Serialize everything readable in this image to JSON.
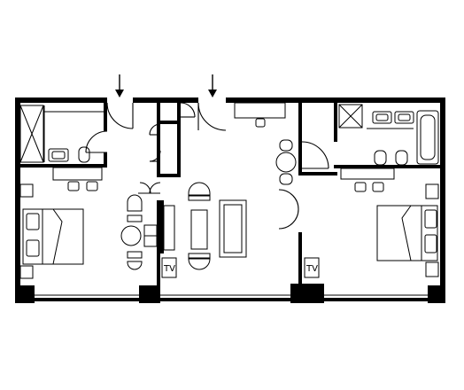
{
  "floorplan": {
    "rooms": [
      {
        "id": "bedroom-1",
        "type": "bedroom"
      },
      {
        "id": "bathroom-1",
        "type": "bathroom"
      },
      {
        "id": "entry-hall",
        "type": "hallway"
      },
      {
        "id": "living-room",
        "type": "living room"
      },
      {
        "id": "bathroom-2",
        "type": "bathroom"
      },
      {
        "id": "bedroom-2",
        "type": "bedroom"
      }
    ],
    "labels": {
      "tv_left": "TV",
      "tv_right": "TV"
    },
    "entry_arrows": 2,
    "colors": {
      "ink": "#000000",
      "paper": "#ffffff"
    }
  }
}
